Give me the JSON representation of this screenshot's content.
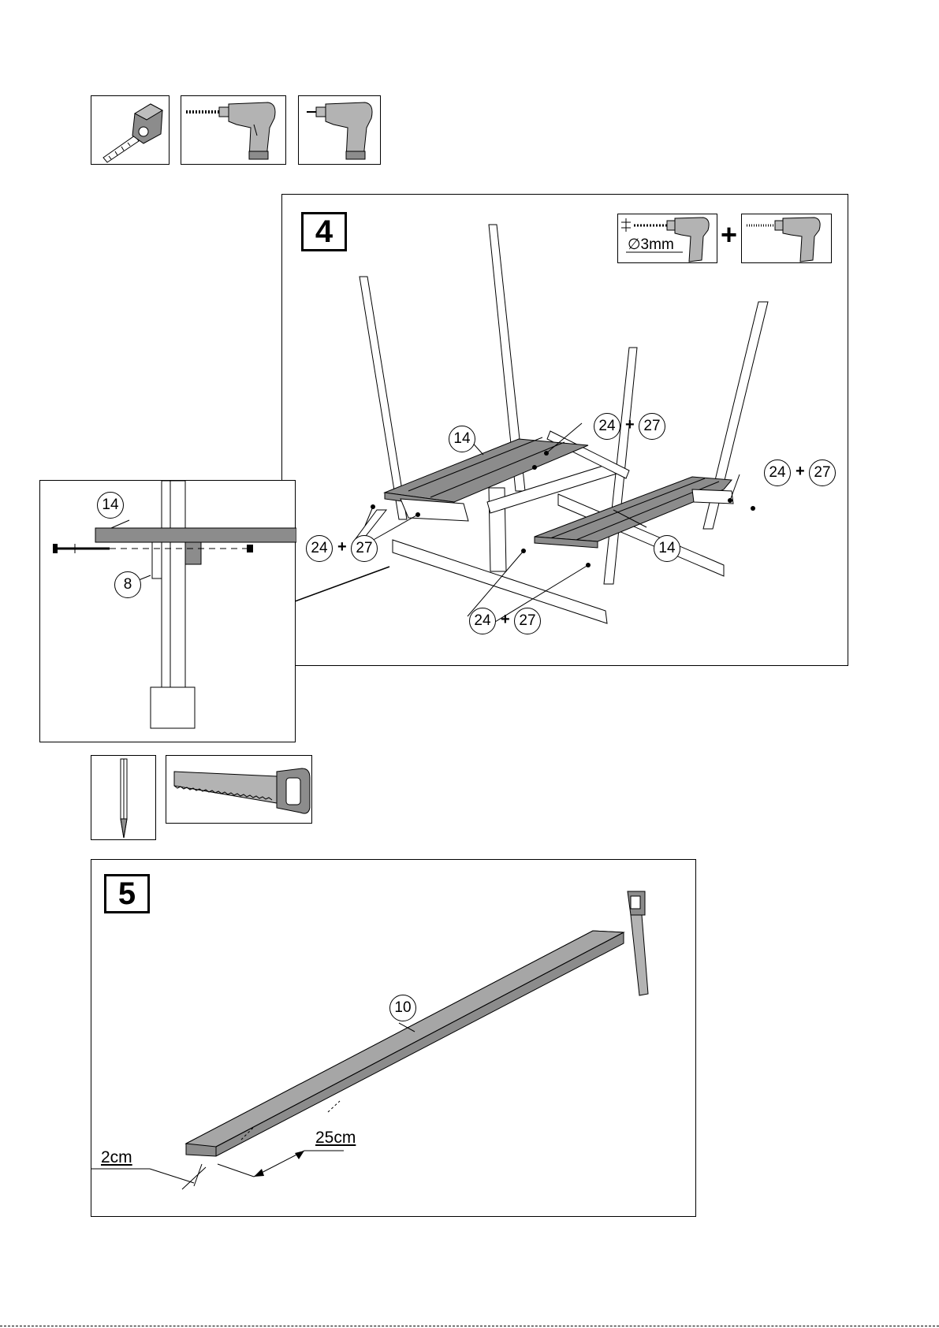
{
  "step4": {
    "number": "4",
    "drill_spec": "∅3mm",
    "plus": "+",
    "callouts": {
      "part14_main": "14",
      "part14_right": "14",
      "part14_inset": "14",
      "part8_inset": "8",
      "screw_a": "24",
      "nut_a": "27",
      "screw_b": "24",
      "nut_b": "27",
      "screw_c": "24",
      "nut_c": "27",
      "screw_d": "24",
      "nut_d": "27"
    },
    "join": "+"
  },
  "step5": {
    "number": "5",
    "part10": "10",
    "dim_2cm": "2cm",
    "dim_25cm": "25cm"
  },
  "tools_top": [
    "tape-measure-icon",
    "drill-bit-icon",
    "screwdriver-drill-icon"
  ],
  "tools_mid": [
    "pencil-icon",
    "hand-saw-icon"
  ],
  "colors": {
    "part_fill": "#8c8c8c",
    "tool_fill": "#b3b3b3",
    "line": "#000000"
  }
}
